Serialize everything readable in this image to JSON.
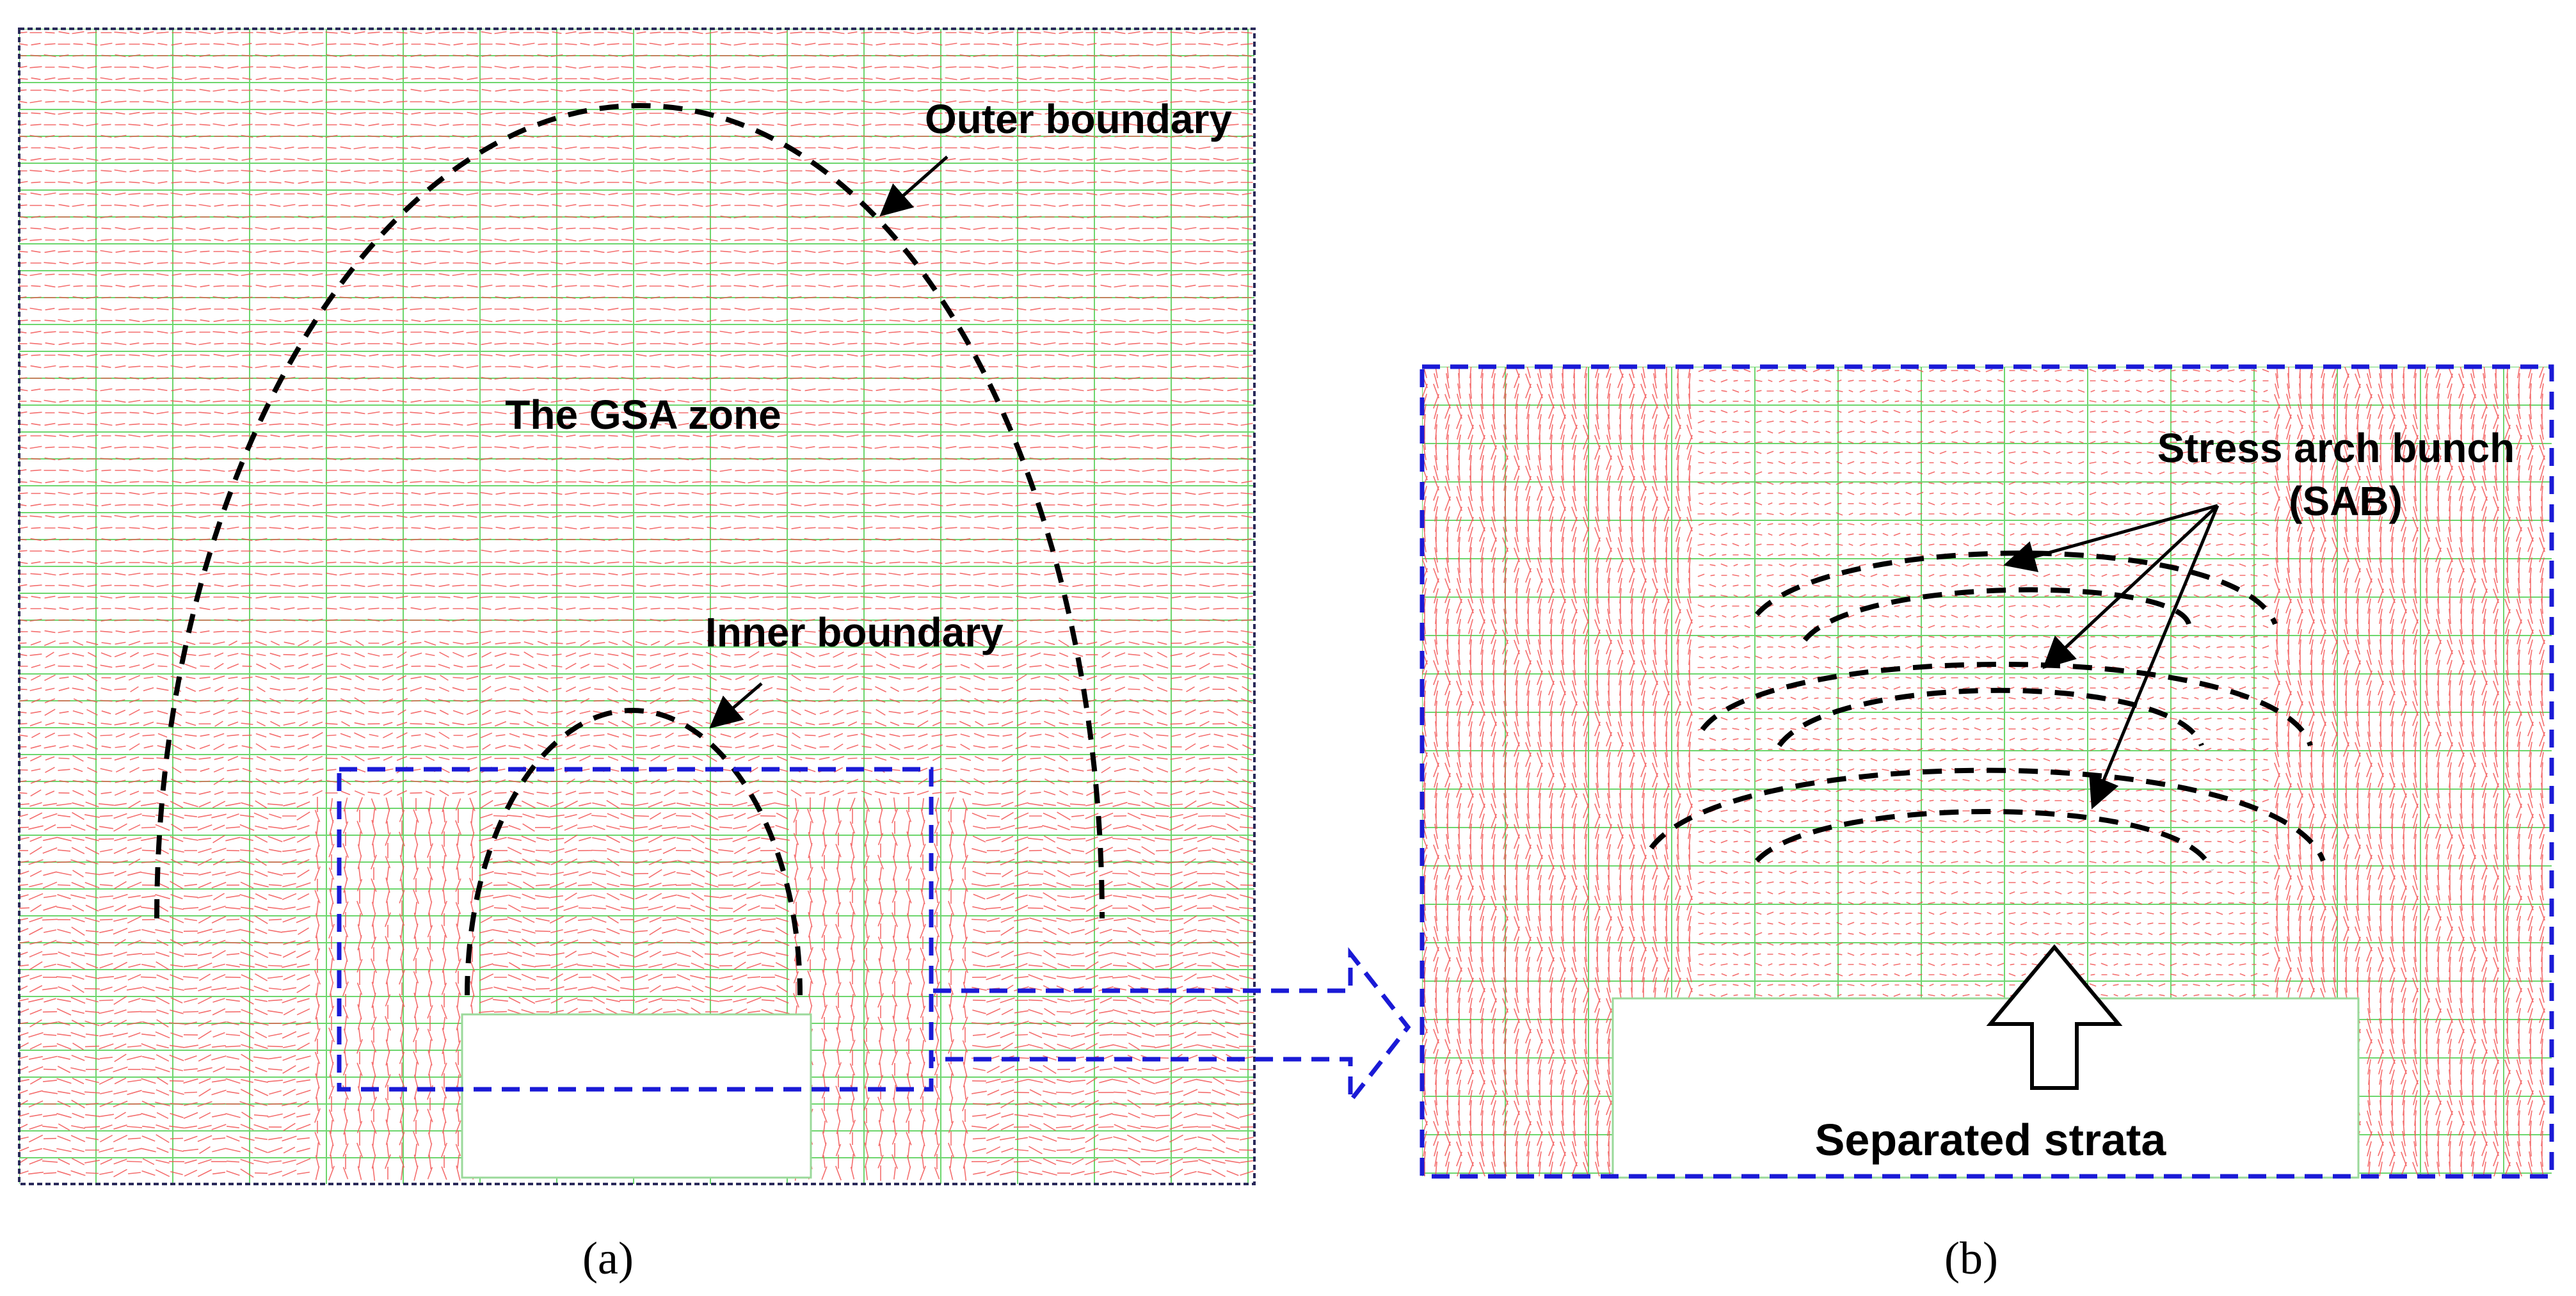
{
  "panel_a": {
    "caption": "(a)",
    "labels": {
      "outer": "Outer boundary",
      "zone": "The GSA zone",
      "inner": "Inner boundary"
    }
  },
  "panel_b": {
    "caption": "(b)",
    "labels": {
      "sab_line1": "Stress arch bunch",
      "sab_line2": "(SAB)",
      "separated": "Separated strata"
    }
  },
  "colors": {
    "vector_field": "#f25555",
    "mesh_grid": "#3cc83c",
    "zoom_box": "#1a1ad6",
    "boundary_dash": "#000000",
    "background": "#ffffff"
  }
}
